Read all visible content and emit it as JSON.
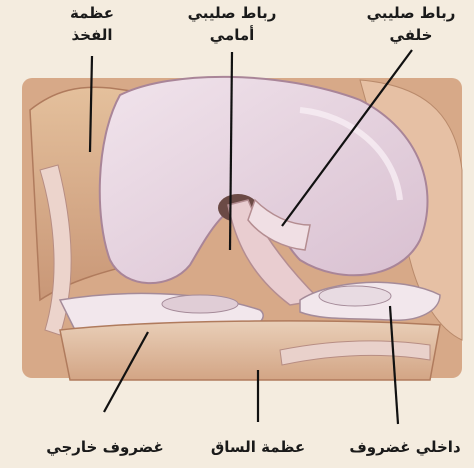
{
  "labels": {
    "femur": {
      "line1": "عظمة",
      "line2": "الفخذ"
    },
    "acl": {
      "line1": "رباط صليبي",
      "line2": "أمامي"
    },
    "pcl": {
      "line1": "رباط صليبي",
      "line2": "خلفي"
    },
    "lateral_meniscus": "غضروف خارجي",
    "tibia": "عظمة الساق",
    "medial_meniscus": "داخلي غضروف"
  },
  "colors": {
    "background": "#f4ecdf",
    "femur_cartilage": "#e6d3df",
    "bone": "#dcb48e",
    "bone_shadow": "#b88666",
    "ligament": "#e8c9c3",
    "meniscus": "#efe3e8",
    "leader_line": "#111111",
    "label_text": "#1a1a1a"
  }
}
